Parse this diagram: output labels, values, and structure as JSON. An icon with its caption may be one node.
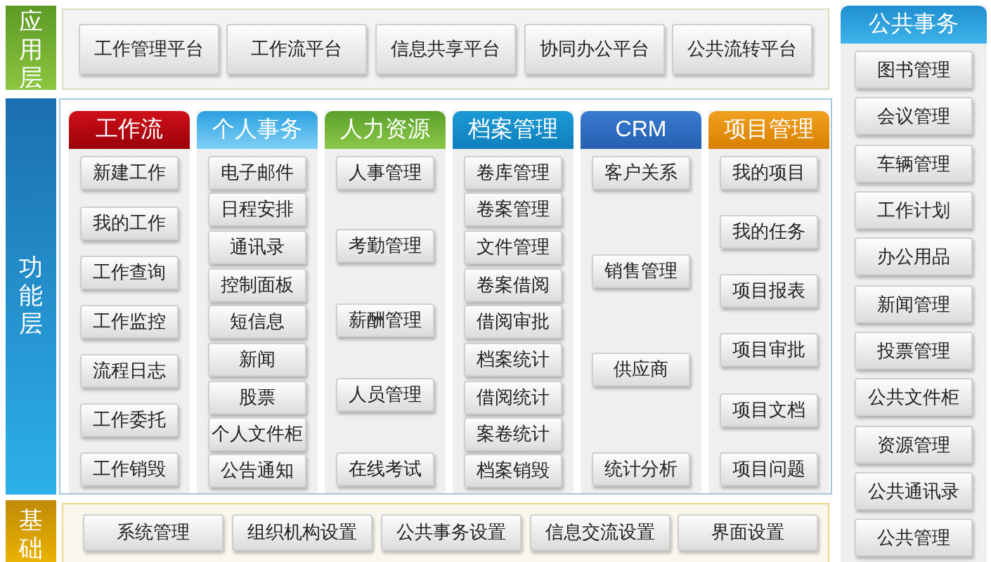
{
  "diagram": {
    "nodes": [
      {
        "text": [
          "应用层"
        ]
      },
      {
        "text": [],
        "shape": "box"
      },
      {
        "text": [
          "工作管理平台"
        ],
        "in": 1
      },
      {
        "text": [
          "工作流平台"
        ],
        "in": 1
      },
      {
        "text": [
          "信息共享平台"
        ],
        "in": 1
      },
      {
        "text": [
          "协同办公平台"
        ],
        "in": 1
      },
      {
        "text": [
          "公共流转平台"
        ],
        "in": 1
      },
      {
        "text": [
          "公共事务"
        ]
      },
      {
        "text": [
          "图书管理"
        ],
        "in": 7
      },
      {
        "text": [
          "会议管理"
        ],
        "in": 7
      },
      {
        "text": [
          "车辆管理"
        ],
        "in": 7
      },
      {
        "text": [
          "工作计划"
        ],
        "in": 7
      },
      {
        "text": [
          "办公用品"
        ],
        "in": 7
      },
      {
        "text": [
          "新闻管理"
        ],
        "in": 7
      },
      {
        "text": [
          "投票管理"
        ],
        "in": 7
      },
      {
        "text": [
          "公共文件柜"
        ],
        "in": 7
      },
      {
        "text": [
          "资源管理"
        ],
        "in": 7
      },
      {
        "text": [
          "公共通讯录"
        ],
        "in": 7
      },
      {
        "text": [
          "公共管理"
        ],
        "in": 7
      },
      {
        "text": [
          "功能层"
        ]
      },
      {
        "text": [],
        "shape": "box"
      },
      {
        "text": [
          "工作流"
        ],
        "in": 20
      },
      {
        "text": [
          "新建工作"
        ],
        "in": 21
      },
      {
        "text": [
          "我的工作"
        ],
        "in": 21
      },
      {
        "text": [
          "工作查询"
        ],
        "in": 21
      },
      {
        "text": [
          "工作监控"
        ],
        "in": 21
      },
      {
        "text": [
          "流程日志"
        ],
        "in": 21
      },
      {
        "text": [
          "工作委托"
        ],
        "in": 21
      },
      {
        "text": [
          "工作销毁"
        ],
        "in": 21
      },
      {
        "text": [
          "个人事务"
        ],
        "in": 20
      },
      {
        "text": [
          "电子邮件"
        ],
        "in": 29
      },
      {
        "text": [
          "日程安排"
        ],
        "in": 29
      },
      {
        "text": [
          "通讯录"
        ],
        "in": 29
      },
      {
        "text": [
          "控制面板"
        ],
        "in": 29
      },
      {
        "text": [
          "短信息"
        ],
        "in": 29
      },
      {
        "text": [
          "新闻"
        ],
        "in": 29
      },
      {
        "text": [
          "股票"
        ],
        "in": 29
      },
      {
        "text": [
          "个人文件柜"
        ],
        "in": 29
      },
      {
        "text": [
          "公告通知"
        ],
        "in": 29
      },
      {
        "text": [
          "人力资源"
        ],
        "in": 20
      },
      {
        "text": [
          "人事管理"
        ],
        "in": 39
      },
      {
        "text": [
          "考勤管理"
        ],
        "in": 39
      },
      {
        "text": [
          "薪酬管理"
        ],
        "in": 39
      },
      {
        "text": [
          "人员管理"
        ],
        "in": 39
      },
      {
        "text": [
          "在线考试"
        ],
        "in": 39
      },
      {
        "text": [
          "档案管理"
        ],
        "in": 20
      },
      {
        "text": [
          "卷库管理"
        ],
        "in": 45
      },
      {
        "text": [
          "卷案管理"
        ],
        "in": 45
      },
      {
        "text": [
          "文件管理"
        ],
        "in": 45
      },
      {
        "text": [
          "卷案借阅"
        ],
        "in": 45
      },
      {
        "text": [
          "借阅审批"
        ],
        "in": 45
      },
      {
        "text": [
          "档案统计"
        ],
        "in": 45
      },
      {
        "text": [
          "借阅统计"
        ],
        "in": 45
      },
      {
        "text": [
          "案卷统计"
        ],
        "in": 45
      },
      {
        "text": [
          "档案销毁"
        ],
        "in": 45
      },
      {
        "text": [
          "CRM"
        ],
        "in": 20
      },
      {
        "text": [
          "客户关系"
        ],
        "in": 55
      },
      {
        "text": [
          "销售管理"
        ],
        "in": 55
      },
      {
        "text": [
          "供应商"
        ],
        "in": 55
      },
      {
        "text": [
          "统计分析"
        ],
        "in": 55
      },
      {
        "text": [
          "项目管理"
        ],
        "in": 20
      },
      {
        "text": [
          "我的项目"
        ],
        "in": 60
      },
      {
        "text": [
          "我的任务"
        ],
        "in": 60
      },
      {
        "text": [
          "项目报表"
        ],
        "in": 60
      },
      {
        "text": [
          "项目审批"
        ],
        "in": 60
      },
      {
        "text": [
          "项目文档"
        ],
        "in": 60
      },
      {
        "text": [
          "项目问题"
        ],
        "in": 60
      },
      {
        "text": [
          "基础"
        ]
      },
      {
        "text": [],
        "shape": "box"
      },
      {
        "text": [
          "系统管理"
        ],
        "in": 68
      },
      {
        "text": [
          "组织机构设置"
        ],
        "in": 68
      },
      {
        "text": [
          "公共事务设置"
        ],
        "in": 68
      },
      {
        "text": [
          "信息交流设置"
        ],
        "in": 68
      },
      {
        "text": [
          "界面设置"
        ],
        "in": 68
      }
    ]
  }
}
